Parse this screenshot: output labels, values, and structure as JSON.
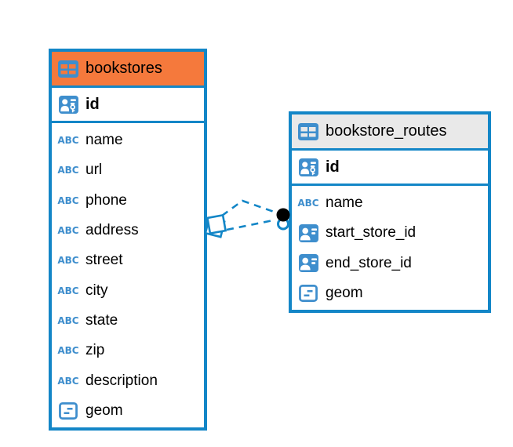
{
  "diagram": {
    "background": "#ffffff",
    "accent_blue": "#1386C7",
    "icon_blue": "#3E8ECD"
  },
  "icons": {
    "text_type_glyph": "ABC"
  },
  "tables": [
    {
      "title": "bookstores",
      "header_color": "#F5793C",
      "icon": "table-icon",
      "primary_key": {
        "name": "id",
        "icon": "primary-key-icon"
      },
      "columns": [
        {
          "name": "name",
          "type": "text",
          "icon": "text-type-icon"
        },
        {
          "name": "url",
          "type": "text",
          "icon": "text-type-icon"
        },
        {
          "name": "phone",
          "type": "text",
          "icon": "text-type-icon"
        },
        {
          "name": "address",
          "type": "text",
          "icon": "text-type-icon"
        },
        {
          "name": "street",
          "type": "text",
          "icon": "text-type-icon"
        },
        {
          "name": "city",
          "type": "text",
          "icon": "text-type-icon"
        },
        {
          "name": "state",
          "type": "text",
          "icon": "text-type-icon"
        },
        {
          "name": "zip",
          "type": "text",
          "icon": "text-type-icon"
        },
        {
          "name": "description",
          "type": "text",
          "icon": "text-type-icon"
        },
        {
          "name": "geom",
          "type": "geometry",
          "icon": "geometry-type-icon"
        }
      ]
    },
    {
      "title": "bookstore_routes",
      "header_color": "#E9E9E9",
      "icon": "table-icon",
      "primary_key": {
        "name": "id",
        "icon": "primary-key-icon"
      },
      "columns": [
        {
          "name": "name",
          "type": "text",
          "icon": "text-type-icon"
        },
        {
          "name": "start_store_id",
          "type": "reference",
          "icon": "reference-icon"
        },
        {
          "name": "end_store_id",
          "type": "reference",
          "icon": "reference-icon"
        },
        {
          "name": "geom",
          "type": "geometry",
          "icon": "geometry-type-icon"
        }
      ]
    }
  ],
  "relationships": [
    {
      "from": "bookstores",
      "to": "bookstore_routes",
      "style": "dashed",
      "connector_count": 2
    }
  ]
}
